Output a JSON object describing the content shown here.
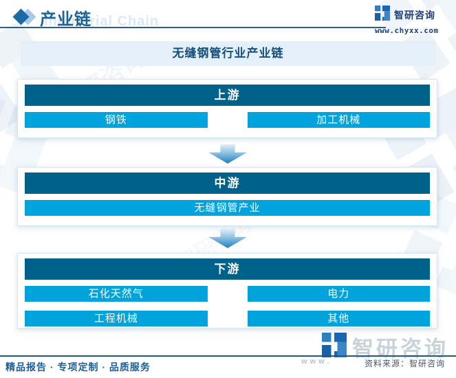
{
  "page": {
    "header": {
      "title": "产业链",
      "title_watermark": "Industrial Chain",
      "brand": "智研咨询",
      "site": "www.chyxx.com"
    },
    "diagram_title": "无缝钢管行业产业链",
    "sections": [
      {
        "id": "upstream",
        "title": "上游",
        "items": [
          "钢铁",
          "加工机械"
        ]
      },
      {
        "id": "midstream",
        "title": "中游",
        "items": [
          "无缝钢管产业"
        ]
      },
      {
        "id": "downstream",
        "title": "下游",
        "items": [
          "石化天然气",
          "电力",
          "工程机械",
          "其他"
        ]
      }
    ],
    "bottom_watermark": {
      "brand": "智研咨询",
      "site_fragment": "www."
    },
    "source_note": "资料来源：智研咨询",
    "footer_slogan": "精品报告 · 专项定制 · 品质服务",
    "colors": {
      "section_header": "#00618a",
      "section_item": "#00a3dc",
      "title_bar_bg": "#e4f0f9",
      "accent_blue": "#1b5e96",
      "rule_blue": "#2a5d92"
    }
  }
}
